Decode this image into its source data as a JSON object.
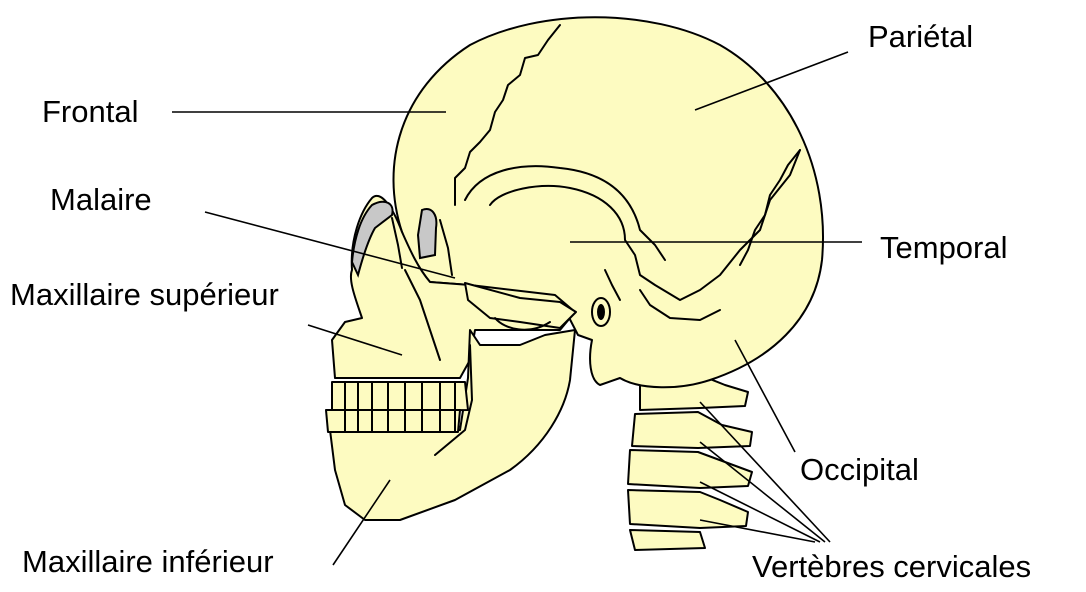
{
  "diagram": {
    "labels": {
      "parietal": "Pariétal",
      "frontal": "Frontal",
      "malaire": "Malaire",
      "temporal": "Temporal",
      "maxillaire_superieur": "Maxillaire supérieur",
      "occipital": "Occipital",
      "maxillaire_inferieur": "Maxillaire inférieur",
      "vertebres_cervicales": "Vertèbres cervicales"
    },
    "colors": {
      "bone": "#fdfbc1",
      "orbit_shading": "#c8c8c8",
      "outline": "#000000",
      "background": "#ffffff"
    }
  }
}
